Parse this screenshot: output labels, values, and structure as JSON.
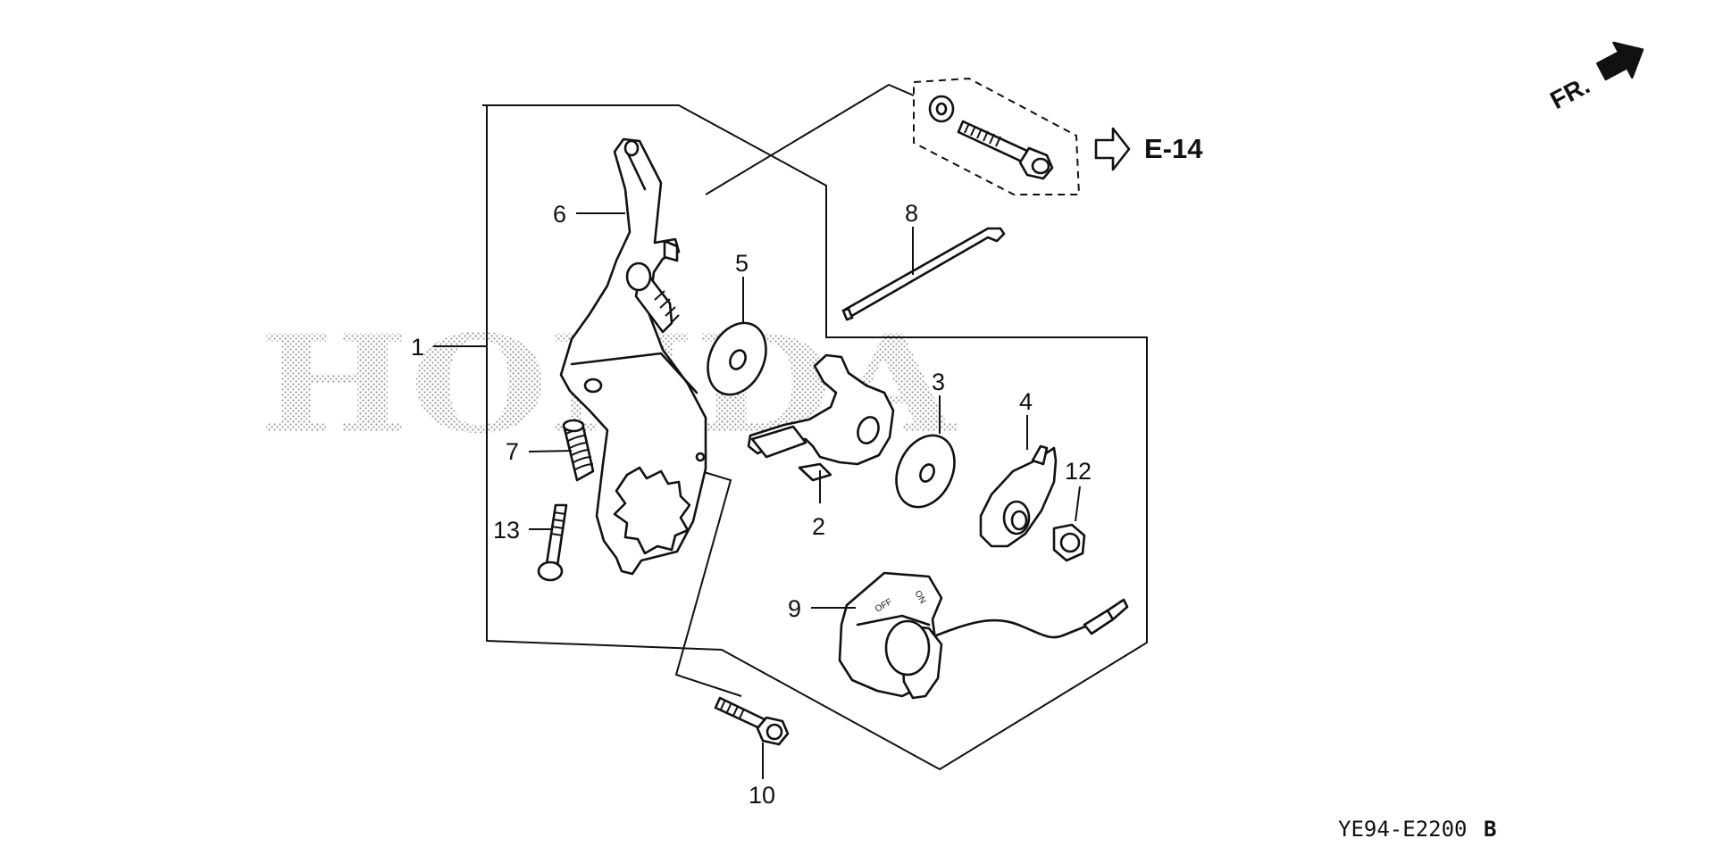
{
  "watermark": "HONDA",
  "front_indicator": "FR.",
  "reference": {
    "label": "E-14"
  },
  "diagram_code": "YE94-E2200",
  "diagram_code_suffix": "B",
  "callouts": [
    "1",
    "2",
    "3",
    "4",
    "5",
    "6",
    "7",
    "8",
    "9",
    "10",
    "12",
    "13"
  ],
  "knob_markings": [
    "OFF",
    "ON"
  ],
  "icons": [
    "front-arrow-icon",
    "reference-arrow-icon"
  ]
}
